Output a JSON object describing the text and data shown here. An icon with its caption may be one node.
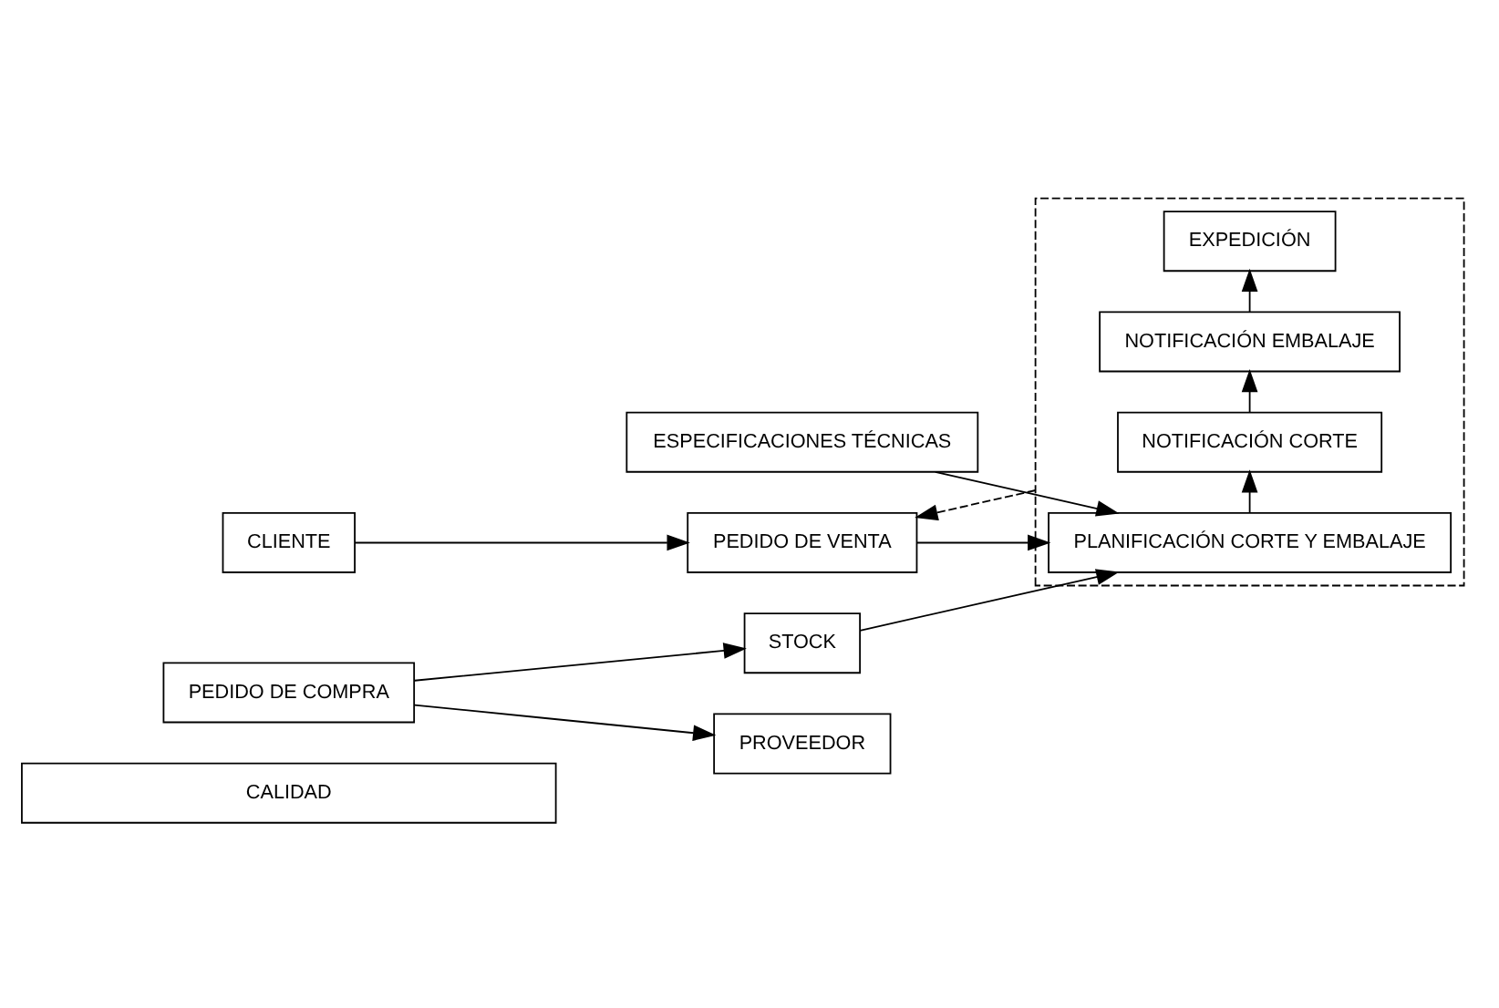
{
  "diagram": {
    "nodes": [
      {
        "text": [
          "CALIDAD"
        ]
      },
      {
        "text": [
          "ESPECIFICACIONES TÉCNICAS"
        ]
      },
      {
        "text": [],
        "shape": "box"
      },
      {
        "text": [
          "PLANIFICACIÓN CORTE Y EMBALAJE"
        ],
        "in": 2
      },
      {
        "text": [
          "NOTIFICACIÓN CORTE"
        ],
        "in": 2
      },
      {
        "text": [
          "NOTIFICACIÓN EMBALAJE"
        ],
        "in": 2
      },
      {
        "text": [
          "EXPEDICIÓN"
        ],
        "in": 2
      },
      {
        "text": [
          "CLIENTE"
        ]
      },
      {
        "text": [
          "PEDIDO DE VENTA"
        ]
      },
      {
        "text": [
          "PEDIDO DE COMPRA"
        ]
      },
      {
        "text": [
          "STOCK"
        ]
      },
      {
        "text": [
          "PROVEEDOR"
        ]
      }
    ],
    "edges": [
      {
        "from": 1,
        "to": 3,
        "arrow": "to"
      },
      {
        "from": 8,
        "to": 3,
        "arrow": "to"
      },
      {
        "from": 10,
        "to": 3,
        "arrow": "to"
      },
      {
        "from": 3,
        "to": 4,
        "arrow": "to"
      },
      {
        "from": 4,
        "to": 5,
        "arrow": "to"
      },
      {
        "from": 5,
        "to": 6,
        "arrow": "to"
      },
      {
        "from": 7,
        "to": 8,
        "arrow": "to"
      },
      {
        "from": 2,
        "to": 8,
        "arrow": "to",
        "style": "dashed"
      },
      {
        "from": 9,
        "to": 10,
        "arrow": "to"
      },
      {
        "from": 9,
        "to": 11,
        "arrow": "to"
      }
    ]
  }
}
